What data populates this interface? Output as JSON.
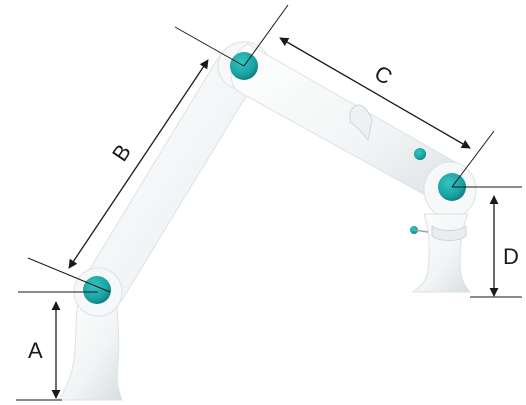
{
  "labels": {
    "A": "A",
    "B": "B",
    "C": "C",
    "D": "D"
  },
  "colors": {
    "arm_white": "#f4f6f7",
    "arm_shadow": "#d9dfe2",
    "joint_teal": "#1aa7a6",
    "joint_teal_dark": "#0f7e80",
    "line": "#1a1a1a"
  }
}
